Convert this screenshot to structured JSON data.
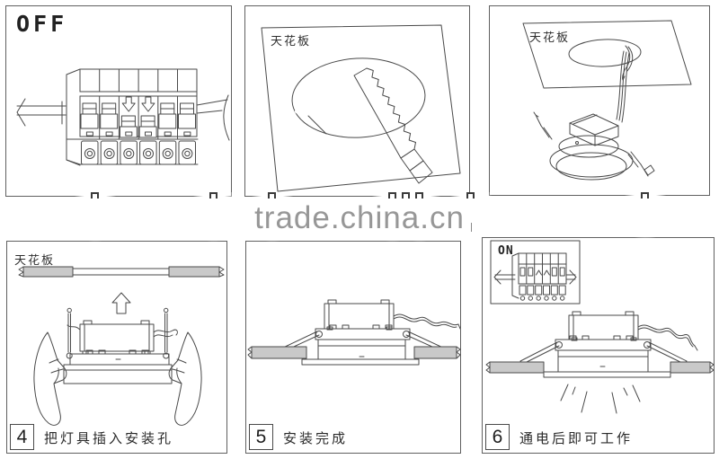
{
  "watermark": {
    "text": "trade.china.cn"
  },
  "colors": {
    "line": "#4a4a4a",
    "ceiling_fill": "#c9c9c9",
    "watermark": "#979797",
    "panel_border": "#606060"
  },
  "panels": {
    "p1": {
      "power_label": "OFF"
    },
    "p2": {
      "ceiling_label": "天花板"
    },
    "p3": {
      "ceiling_label": "天花板"
    },
    "p4": {
      "ceiling_label": "天花板",
      "step_number": "4",
      "caption": "把灯具插入安装孔"
    },
    "p5": {
      "step_number": "5",
      "caption": "安装完成"
    },
    "p6": {
      "power_label": "ON",
      "step_number": "6",
      "caption": "通电后即可工作"
    }
  }
}
